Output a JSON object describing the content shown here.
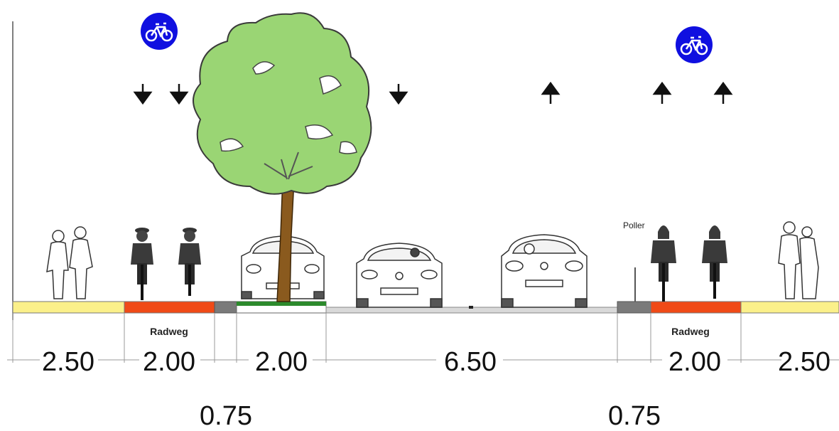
{
  "labels": {
    "radweg_left": "Radweg",
    "radweg_right": "Radweg",
    "poller": "Poller"
  },
  "dimensions": {
    "d1": "2.50",
    "d2": "2.00",
    "d3": "2.00",
    "d4": "6.50",
    "d5": "2.00",
    "d6": "2.50",
    "gap_left": "0.75",
    "gap_right": "0.75"
  },
  "icons": {
    "bike_sign": "bicycle-sign-icon",
    "arrow_down": "arrow-down-icon",
    "arrow_up": "arrow-up-icon"
  },
  "colors": {
    "sidewalk": "#fbf08a",
    "bike_lane": "#f04a17",
    "separator": "#7a7a7a",
    "tree_strip": "#2c8a2c",
    "road": "#d9d9d9",
    "sign_blue": "#1010e0",
    "tree_foliage": "#9ad574",
    "tree_trunk": "#8a5a1e"
  }
}
